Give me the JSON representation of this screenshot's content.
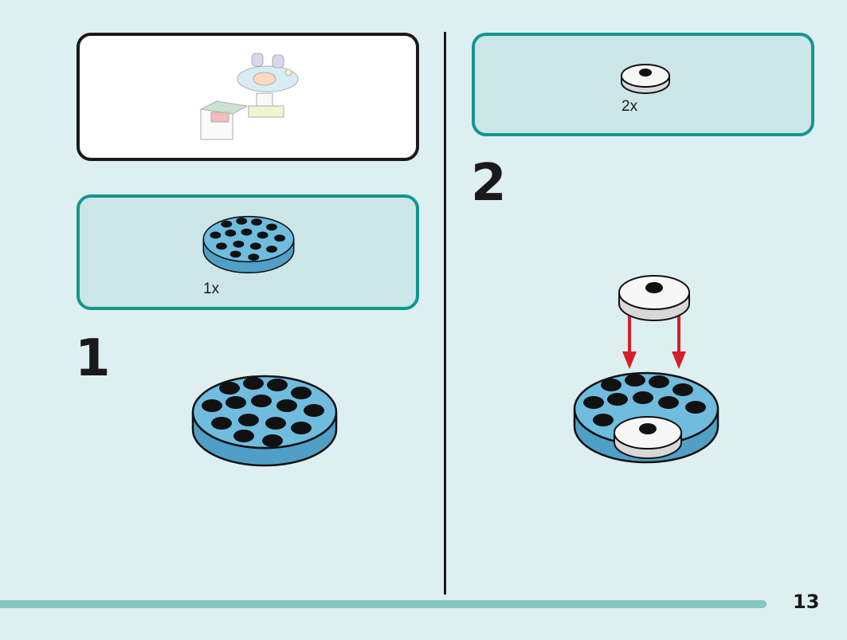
{
  "preview": {
    "faded": true
  },
  "parts_panels": [
    {
      "quantity": "1x",
      "part": "blue-round-plate-4x4-icon"
    },
    {
      "quantity": "2x",
      "part": "white-round-tile-icon"
    }
  ],
  "steps": [
    {
      "number": "1"
    },
    {
      "number": "2"
    }
  ],
  "colors": {
    "background": "#deeff1",
    "panel_border": "#14968f",
    "panel_fill": "#cce6e8",
    "plate_blue": "#6fbcdf",
    "stud": "#111111",
    "arrow": "#d42027",
    "footer_bar": "#85c7c1"
  },
  "page_number": "13"
}
